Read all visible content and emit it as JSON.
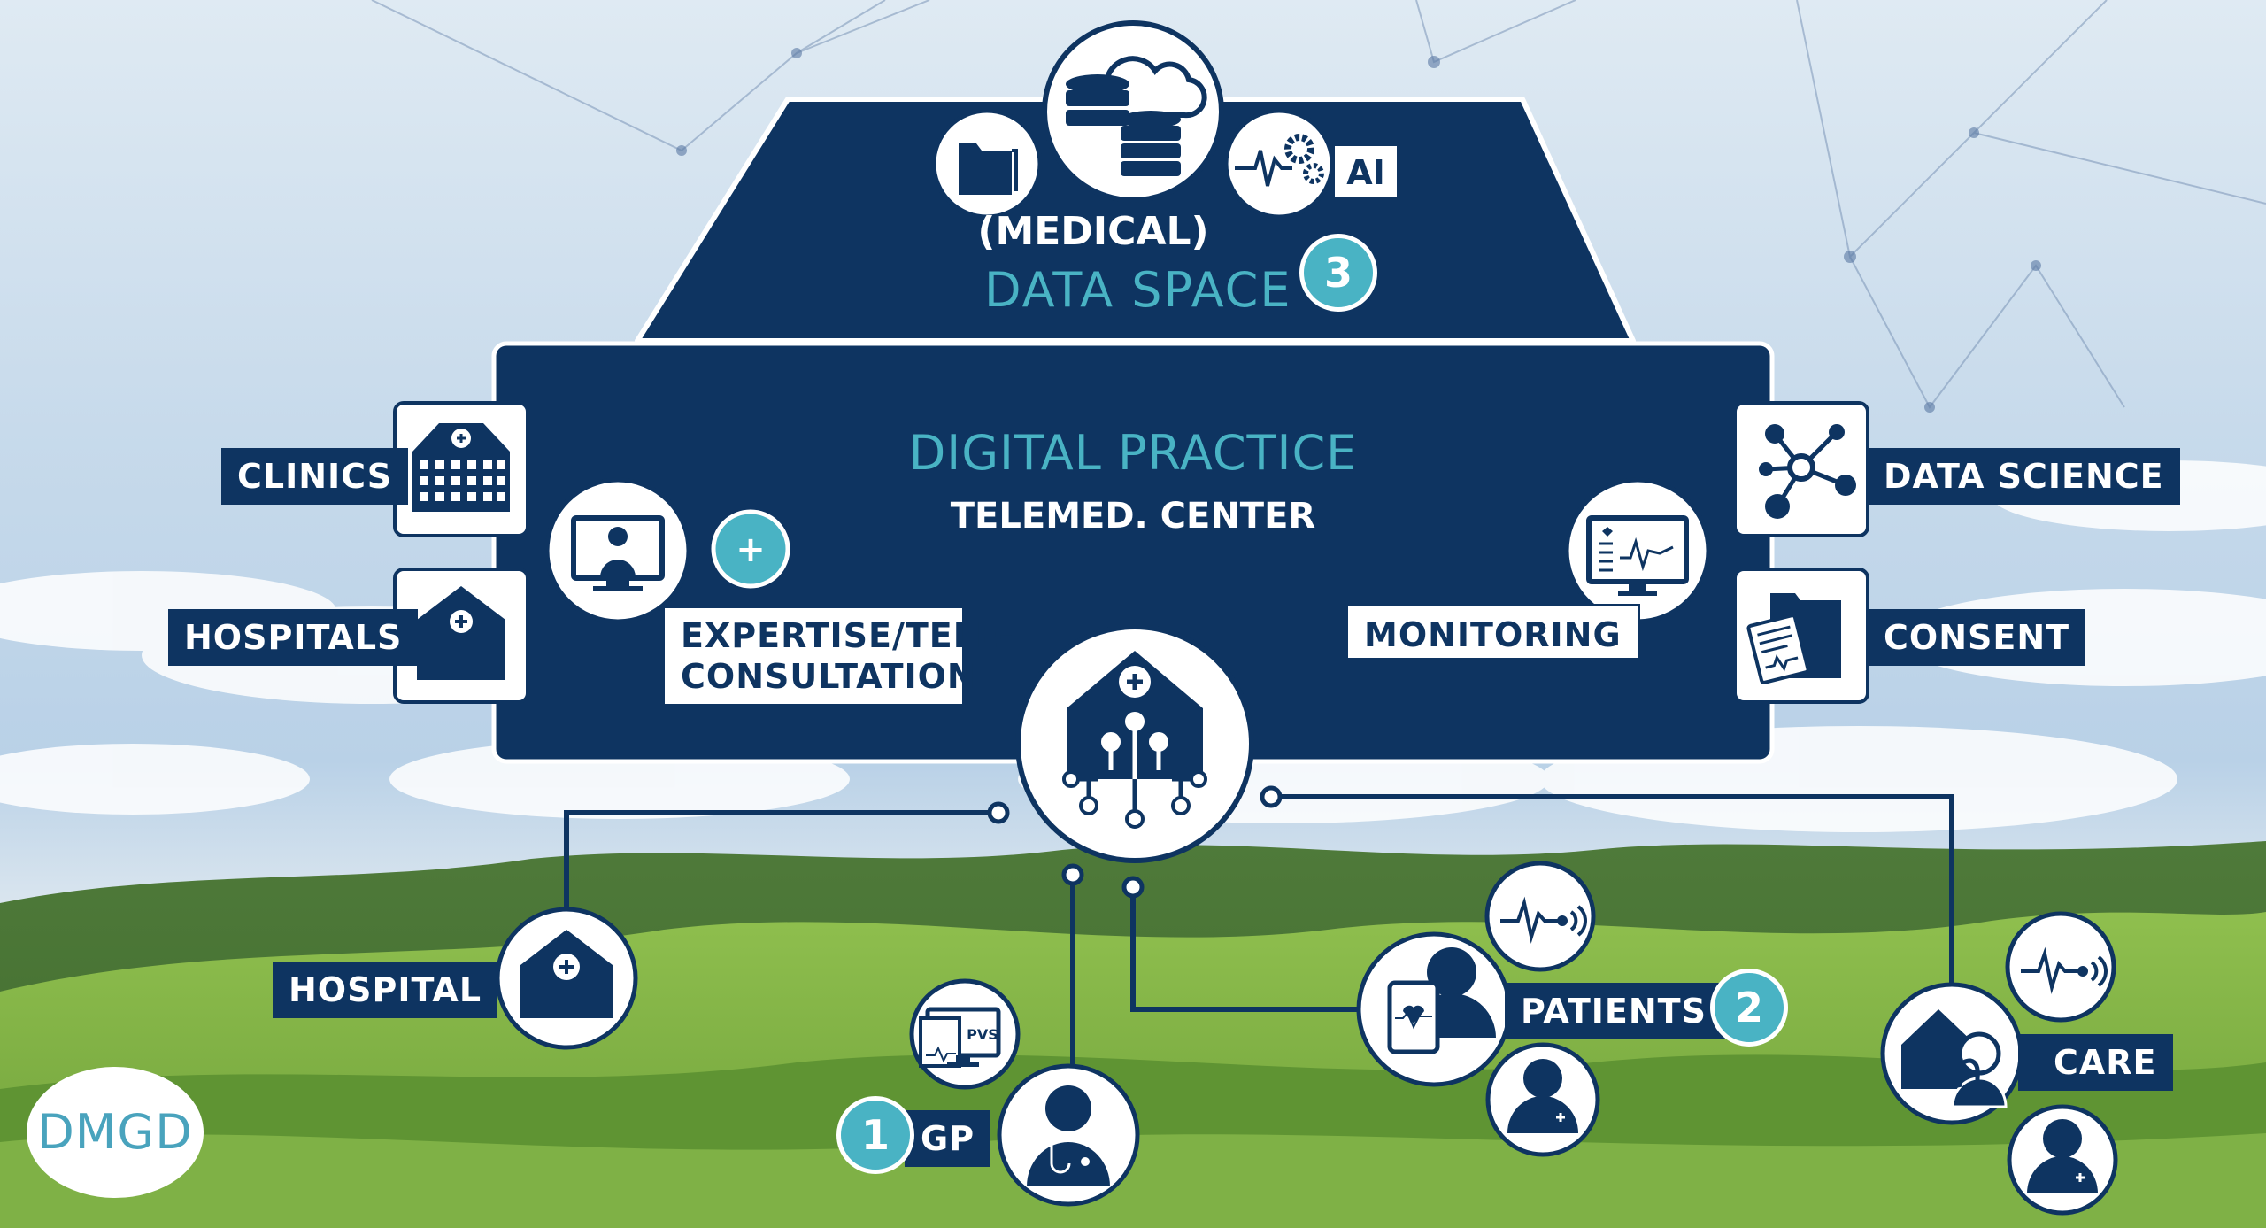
{
  "data_space": {
    "line1": "(MEDICAL)",
    "line2": "DATA SPACE",
    "badge": "3",
    "ai_label": "AI"
  },
  "practice": {
    "title": "DIGITAL PRACTICE",
    "subtitle": "TELEMED. CENTER"
  },
  "left_labels": {
    "clinics": "CLINICS",
    "hospitals": "HOSPITALS"
  },
  "right_labels": {
    "data_science": "DATA SCIENCE",
    "consent": "CONSENT"
  },
  "inner_labels": {
    "expertise_line1": "EXPERTISE/TELE-",
    "expertise_line2": "CONSULTATION",
    "monitoring": "MONITORING",
    "plus": "+"
  },
  "bottom": {
    "hospital": "HOSPITAL",
    "gp": "GP",
    "gp_badge": "1",
    "pvs": "PVS",
    "patients": "PATIENTS",
    "patients_badge": "2",
    "care": "CARE"
  },
  "logo": "DMGD",
  "colors": {
    "navy": "#0e3461",
    "teal": "#49b3c4",
    "white": "#ffffff"
  }
}
